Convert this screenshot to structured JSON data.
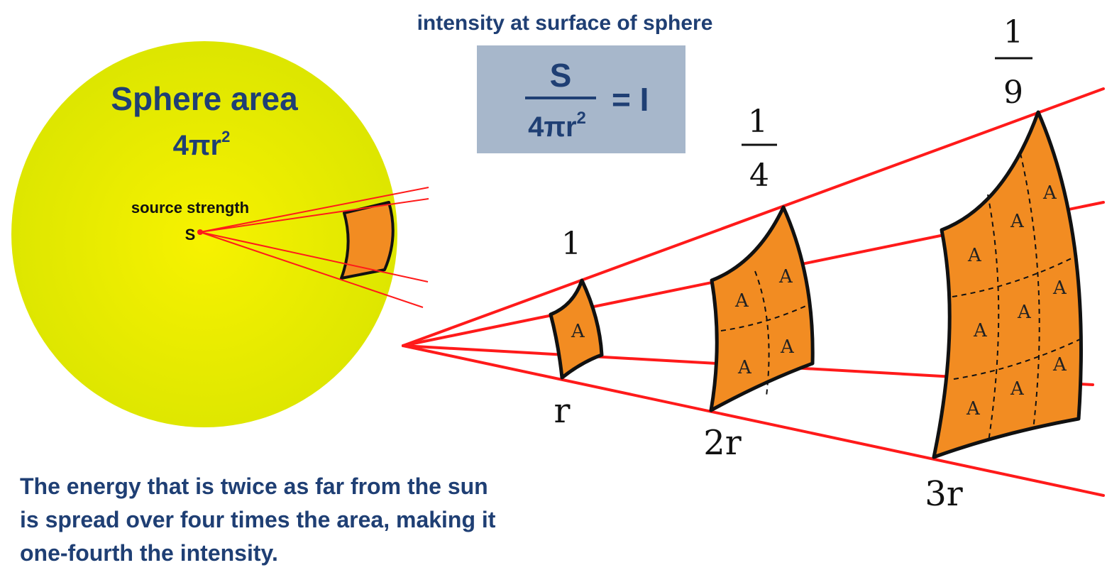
{
  "header": {
    "intensity_label": "intensity at surface of sphere"
  },
  "formula": {
    "numerator": "S",
    "denominator": "4πr",
    "exponent": "2",
    "equals": "= I",
    "box_color": "#a7b7cb"
  },
  "sphere": {
    "title": "Sphere area",
    "area": "4πr",
    "area_exponent": "2",
    "source_label": "source strength",
    "source_symbol": "S",
    "color": "#e8ea00"
  },
  "patches": [
    {
      "fraction_numerator": "1",
      "fraction_denominator": "",
      "distance": "r",
      "cell_label": "A",
      "cell_count": 1
    },
    {
      "fraction_numerator": "1",
      "fraction_denominator": "4",
      "distance": "2r",
      "cell_label": "A",
      "cell_count": 4
    },
    {
      "fraction_numerator": "1",
      "fraction_denominator": "9",
      "distance": "3r",
      "cell_label": "A",
      "cell_count": 9
    }
  ],
  "caption": {
    "line1": "The energy that is twice as far from the sun",
    "line2": "is spread over four times the area, making it",
    "line3": "one-fourth the intensity."
  },
  "colors": {
    "ray": "#ff1a1a",
    "patch": "#f28c22",
    "text_blue": "#1f3f74"
  }
}
